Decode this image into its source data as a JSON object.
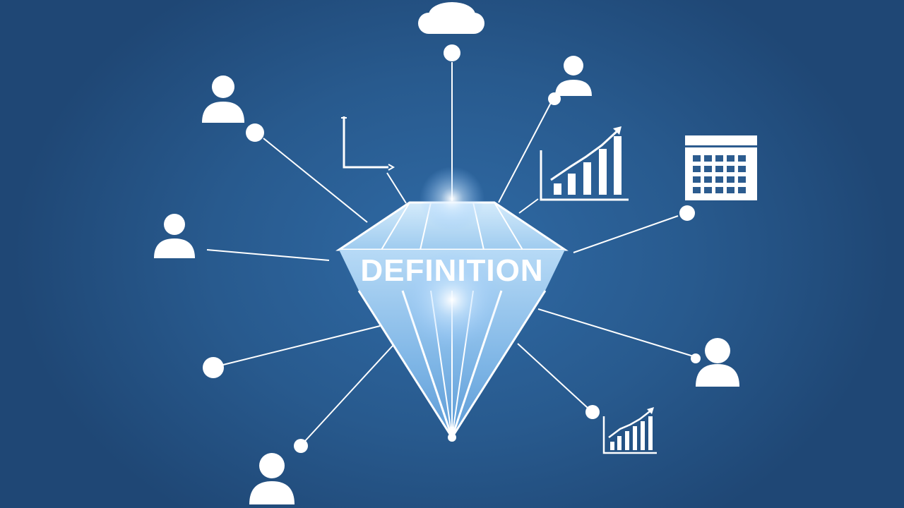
{
  "diagram": {
    "center_label": "DEFINITION",
    "colors": {
      "background": "#2c5c8f",
      "line": "#ffffff",
      "gem": "#bcdcf5",
      "glow": "#ffffff"
    },
    "center_shape": "diamond",
    "nodes": [
      {
        "id": "top",
        "icon": "cloud-icon"
      },
      {
        "id": "upper-right-person",
        "icon": "person-icon"
      },
      {
        "id": "upper-left-person",
        "icon": "person-icon"
      },
      {
        "id": "left-person",
        "icon": "person-icon"
      },
      {
        "id": "lower-left",
        "icon": "dot-icon"
      },
      {
        "id": "bottom-left-person",
        "icon": "person-icon"
      },
      {
        "id": "right-calendar",
        "icon": "calendar-icon"
      },
      {
        "id": "right-person",
        "icon": "person-icon"
      },
      {
        "id": "bar-chart-large",
        "icon": "bar-chart-icon"
      },
      {
        "id": "bar-chart-small",
        "icon": "bar-chart-icon"
      },
      {
        "id": "axis",
        "icon": "axis-icon"
      }
    ]
  }
}
